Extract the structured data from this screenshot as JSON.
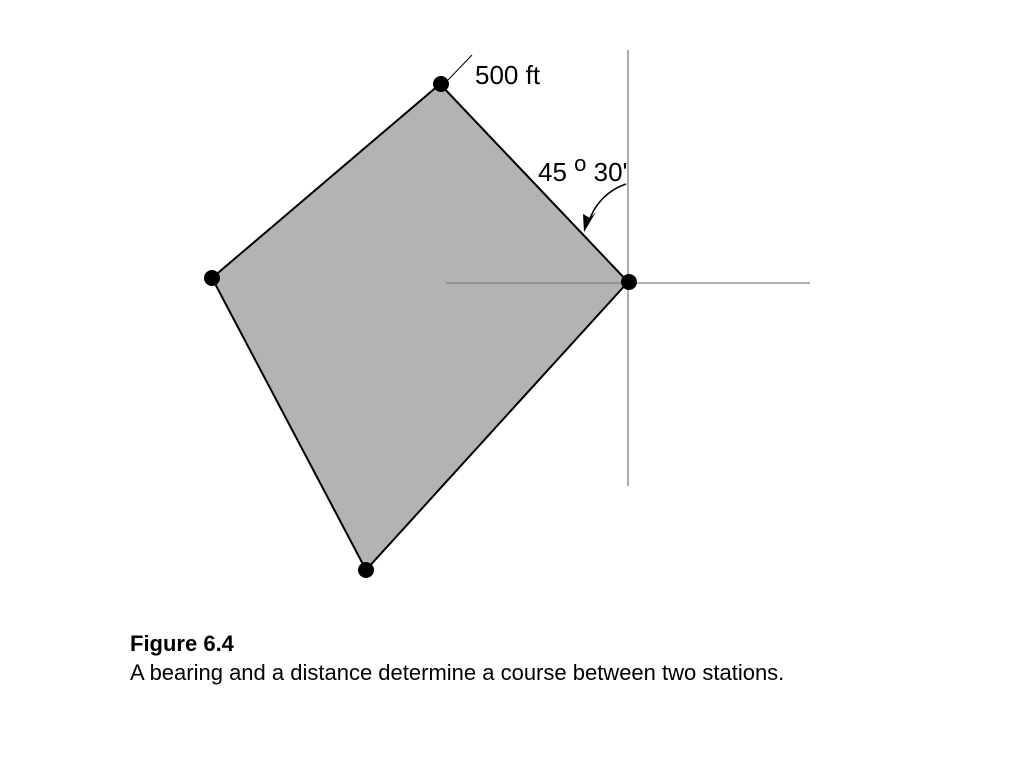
{
  "distance_label": "500 ft",
  "bearing_label": {
    "degrees": "45",
    "degree_symbol": "o",
    "minutes": "30'"
  },
  "caption": {
    "title": "Figure 6.4",
    "text": "A bearing and a distance determine a course between two stations."
  },
  "colors": {
    "polygon_fill": "#b3b3b3",
    "outline": "#000000",
    "axis": "#808080"
  }
}
